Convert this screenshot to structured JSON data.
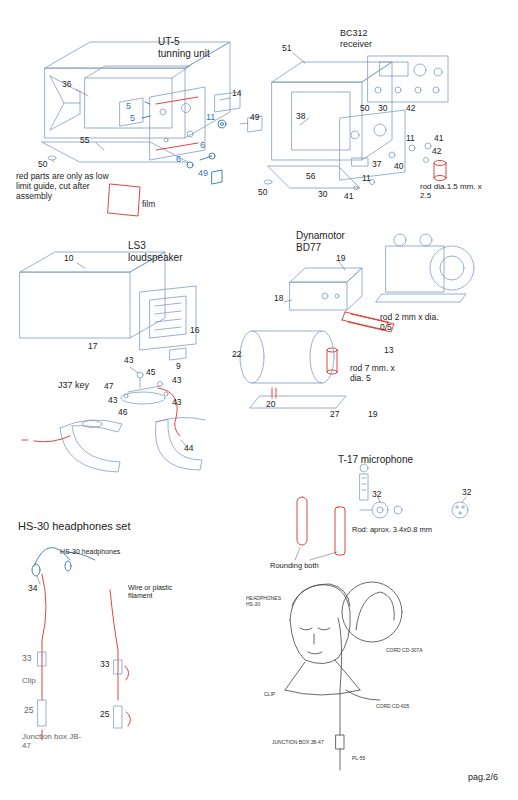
{
  "diagram": {
    "labels": [
      "UT-5",
      "tunning unit",
      "5",
      "5",
      "36",
      "14",
      "11",
      "49",
      "55",
      "6",
      "6",
      "49",
      "50",
      "red parts are only as low limit guide, cut after assembly",
      "film",
      "BC312",
      "receiver",
      "51",
      "50",
      "30",
      "42",
      "38",
      "11",
      "41",
      "42",
      "37",
      "40",
      "30",
      "50",
      "56",
      "41",
      "11",
      "rod dia.1.5 mm. x 2.5",
      "10",
      "LS3",
      "loudspeaker",
      "16",
      "17",
      "9",
      "Dynamotor",
      "BD77",
      "19",
      "18",
      "rod 2 mm x dia. 0.5",
      "13",
      "22",
      "rod 7 mm. x dia. 5",
      "20",
      "27",
      "19",
      "43",
      "J37 key",
      "45",
      "43",
      "47",
      "43",
      "43",
      "46",
      "44",
      "T-17 microphone",
      "32",
      "32",
      "Rod: aprox. 3.4x0.8 mm",
      "Rounding both",
      "HS-30 headphones set",
      "HS-30 headphones",
      "34",
      "Wire or plastic filament",
      "33",
      "33",
      "Clip",
      "25",
      "25",
      "Junction box JB-47",
      "HEADPHONES HS-30",
      "CORD CD-307A",
      "CLIP",
      "CORD CD-605",
      "JUNCTION BOX JB-47",
      "PL-55",
      "pag.2/6"
    ]
  }
}
